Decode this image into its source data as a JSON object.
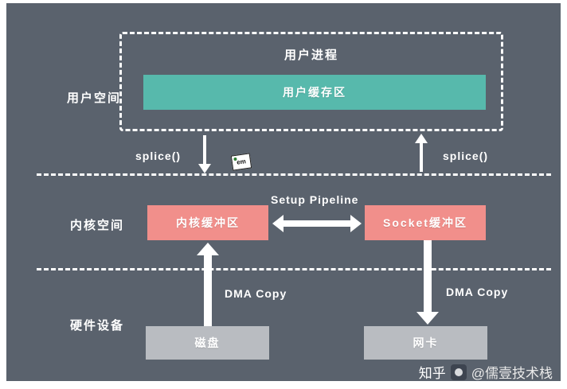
{
  "sections": {
    "user_space": "用户空间",
    "kernel_space": "内核空间",
    "hardware": "硬件设备"
  },
  "nodes": {
    "user_process": "用户进程",
    "user_buffer": "用户缓存区",
    "kernel_buffer": "内核缓冲区",
    "socket_buffer": "Socket缓冲区",
    "disk": "磁盘",
    "nic": "网卡"
  },
  "annotations": {
    "splice_left": "splice()",
    "splice_right": "splice()",
    "setup_pipeline": "Setup Pipeline",
    "dma_copy_left": "DMA Copy",
    "dma_copy_right": "DMA Copy",
    "glitch_text": "em"
  },
  "watermark": {
    "brand": "知乎",
    "handle": "@儒壹技术栈"
  },
  "colors": {
    "background": "#5a626d",
    "user_buffer": "#57b9ac",
    "kernel_buffer": "#f18f8b",
    "socket_buffer": "#f18f8b",
    "hardware_node": "#b9bcc1",
    "lines_and_text": "#ffffff"
  }
}
